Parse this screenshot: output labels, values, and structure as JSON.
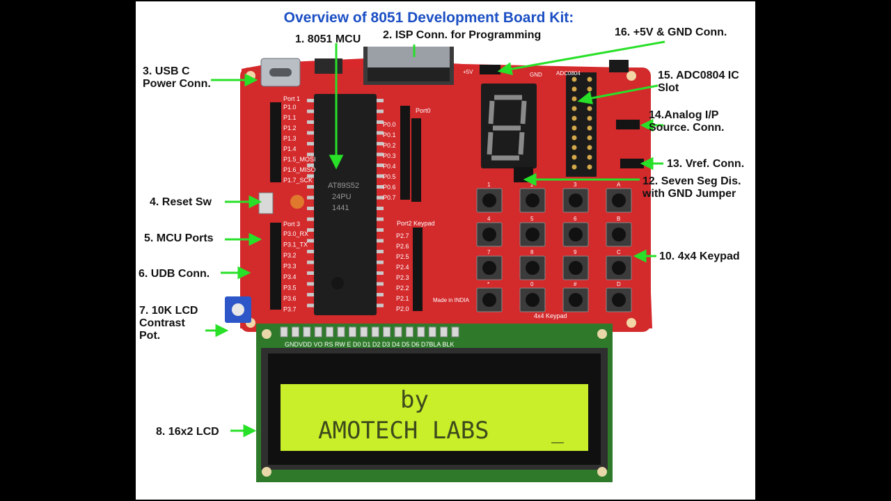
{
  "title": "Overview of 8051 Development Board Kit:",
  "callouts": {
    "c1": "1. 8051 MCU",
    "c2": "2. ISP Conn. for Programming",
    "c3": "3.  USB C\n   Power Conn.",
    "c4": "4. Reset Sw",
    "c5": "5. MCU Ports",
    "c6": "6. UDB Conn.",
    "c7": "7. 10K LCD\n    Contrast\n    Pot.",
    "c8": "8. 16x2 LCD",
    "c10": "10. 4x4 Keypad",
    "c12": "12. Seven Seg Dis.\n with GND Jumper",
    "c13": "13. Vref. Conn.",
    "c14": "14.Analog I/P\n   Source. Conn.",
    "c15": "15. ADC0804 IC\n    Slot",
    "c16": "16. +5V & GND Conn."
  },
  "board": {
    "chip_text": "AT89S52\n24PU\n1441",
    "made_in": "Made in INDIA",
    "pin_header": "GNDVDD VO RS RW  E  D0  D1  D2  D3  D4  D5  D6  D7BLA BLK",
    "port1_label": "Port 1",
    "port3_label": "Port 3",
    "port0_label": "Port0",
    "port2_label": "Port2  Keypad",
    "adc_label": "ADC0804",
    "keypad_label": "4x4 Keypad",
    "plus5v": "+5V",
    "gnd": "GND",
    "port1_pins": [
      "P1.0",
      "P1.1",
      "P1.2",
      "P1.3",
      "P1.4",
      "P1.5_MOSI",
      "P1.6_MISO",
      "P1.7_SCK"
    ],
    "port3_pins": [
      "P3.0_RX",
      "P3.1_TX",
      "P3.2",
      "P3.3",
      "P3.4",
      "P3.5",
      "P3.6",
      "P3.7"
    ],
    "port0_pins": [
      "P0.0",
      "P0.1",
      "P0.2",
      "P0.3",
      "P0.4",
      "P0.5",
      "P0.6",
      "P0.7"
    ],
    "port2_pins": [
      "P2.7",
      "P2.6",
      "P2.5",
      "P2.4",
      "P2.3",
      "P2.2",
      "P2.1",
      "P2.0"
    ],
    "keypad_keys": [
      "1",
      "2",
      "3",
      "A",
      "4",
      "5",
      "6",
      "B",
      "7",
      "8",
      "9",
      "C",
      "*",
      "0",
      "#",
      "D"
    ]
  },
  "lcd": {
    "line1": "by",
    "line2": "AMOTECH LABS",
    "cursor": "_"
  }
}
